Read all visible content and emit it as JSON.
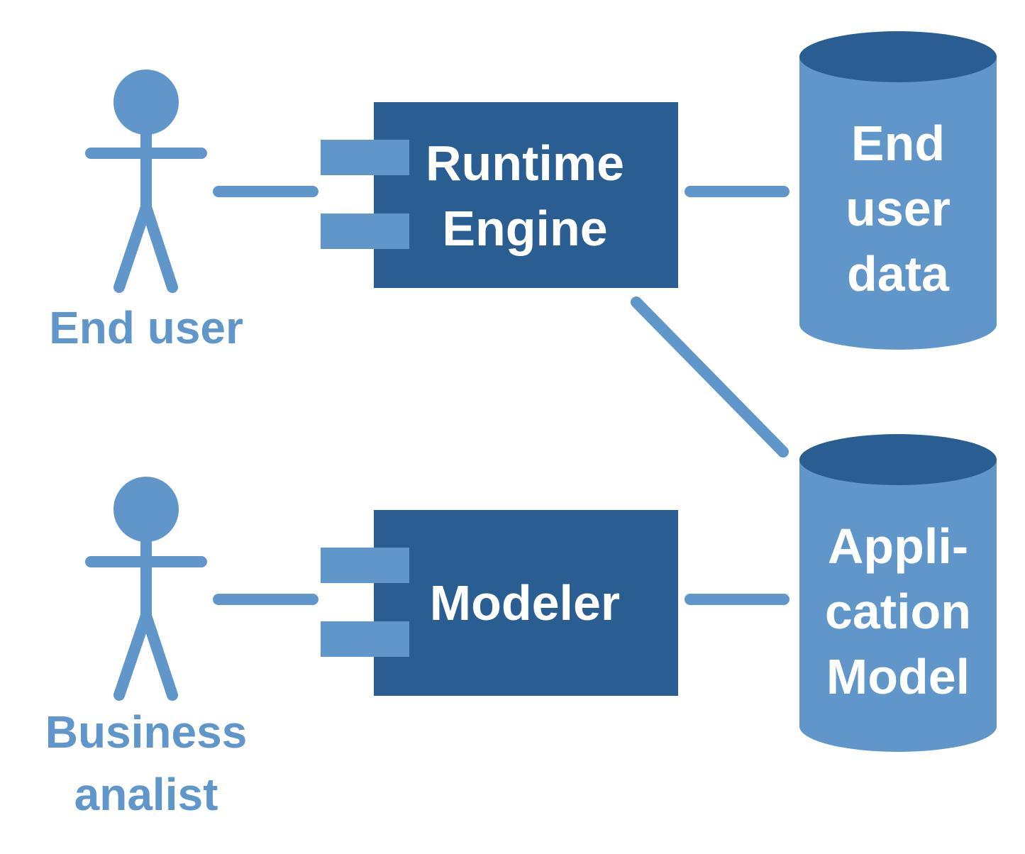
{
  "colors": {
    "dark_blue": "#2a5d91",
    "light_blue": "#6096c9",
    "background": "#ffffff",
    "text_on_shape": "#ffffff"
  },
  "actors": [
    {
      "id": "end-user",
      "icon": "stick-figure-icon",
      "label_lines": [
        "End user"
      ]
    },
    {
      "id": "business-analist",
      "icon": "stick-figure-icon",
      "label_lines": [
        "Business",
        "analist"
      ]
    }
  ],
  "components": [
    {
      "id": "runtime-engine",
      "icon": "uml-component-icon",
      "label_lines": [
        "Runtime",
        "Engine"
      ]
    },
    {
      "id": "modeler",
      "icon": "uml-component-icon",
      "label_lines": [
        "Modeler"
      ]
    }
  ],
  "databases": [
    {
      "id": "end-user-data",
      "icon": "database-cylinder-icon",
      "label_lines": [
        "End",
        "user",
        "data"
      ]
    },
    {
      "id": "application-model",
      "icon": "database-cylinder-icon",
      "label_lines": [
        "Appli-",
        "cation",
        "Model"
      ]
    }
  ],
  "connections": [
    {
      "from": "end-user",
      "to": "runtime-engine"
    },
    {
      "from": "runtime-engine",
      "to": "end-user-data"
    },
    {
      "from": "runtime-engine",
      "to": "application-model"
    },
    {
      "from": "business-analist",
      "to": "modeler"
    },
    {
      "from": "modeler",
      "to": "application-model"
    }
  ]
}
